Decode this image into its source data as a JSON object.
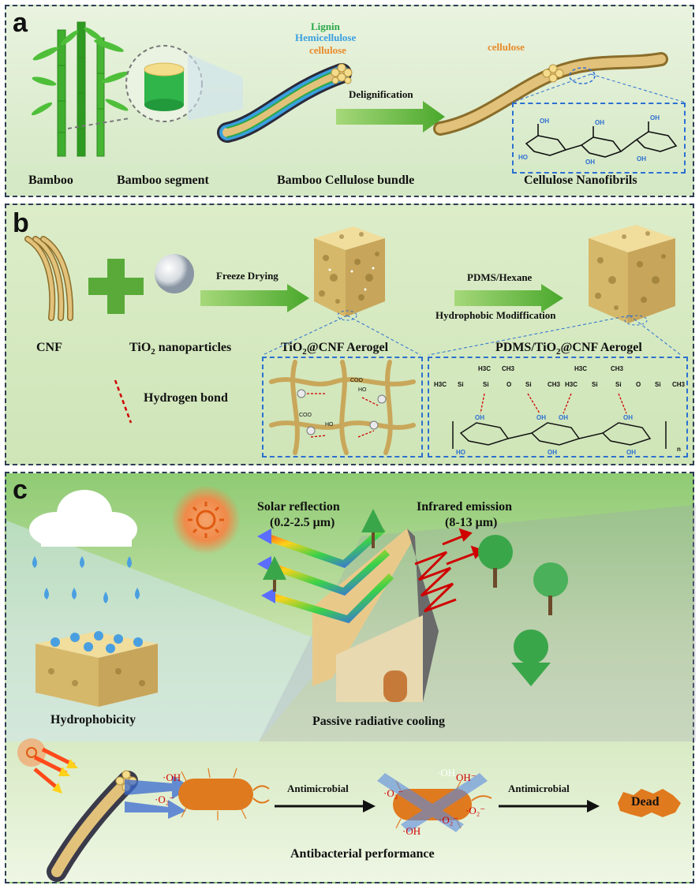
{
  "panels": {
    "a": {
      "letter": "a",
      "labels": {
        "bamboo": "Bamboo",
        "bamboo_segment": "Bamboo segment",
        "bundle": "Bamboo Cellulose bundle",
        "cnf": "Cellulose Nanofibrils",
        "lignin": "Lignin",
        "hemicellulose": "Hemicellulose",
        "cellulose_left": "cellulose",
        "cellulose_right": "cellulose",
        "delignification": "Delignification",
        "oh": "OH",
        "ho": "HO"
      }
    },
    "b": {
      "letter": "b",
      "labels": {
        "cnf": "CNF",
        "tio2": "TiO",
        "tio2_sub": "2",
        "tio2_suffix": " nanoparticles",
        "hbond": "Hydrogen bond",
        "freeze": "Freeze Drying",
        "pdms_hexane": "PDMS/Hexane",
        "hydrophobic": "Hydrophobic Modiffication",
        "aerogel1_a": "TiO",
        "aerogel1_sub": "2",
        "aerogel1_b": "@CNF Aerogel",
        "aerogel2_a": "PDMS/TiO",
        "aerogel2_sub": "2",
        "aerogel2_b": "@CNF Aerogel",
        "coo": "COO",
        "ho": "HO",
        "si": "Si",
        "h3c": "H3C",
        "ch3": "CH3",
        "o": "O",
        "oh": "OH",
        "n": "n"
      }
    },
    "c": {
      "letter": "c",
      "labels": {
        "solar": "Solar reflection",
        "solar_range": "(0.2-2.5 μm)",
        "ir": "Infrared emission",
        "ir_range": "(8-13 μm)",
        "hydrophobicity": "Hydrophobicity",
        "cooling": "Passive radiative cooling",
        "antimicrobial_1": "Antimicrobial",
        "antimicrobial_2": "Antimicrobial",
        "antibacterial": "Antibacterial performance",
        "dead": "Dead",
        "oh_radical": "·OH",
        "o2_radical": "·O₂⁻",
        "oh_minus": "OH⁻"
      }
    }
  },
  "colors": {
    "border": "#2f3d55",
    "arrow_green": "#6cbf3c",
    "fiber_tan": "#e2c27a",
    "lignin_green": "#2aa84a",
    "hemicellulose_blue": "#3aa0e0",
    "cellulose_orange": "#e98a2a",
    "hbond_red": "#d00000",
    "bacteria_orange": "#e07a1e"
  }
}
